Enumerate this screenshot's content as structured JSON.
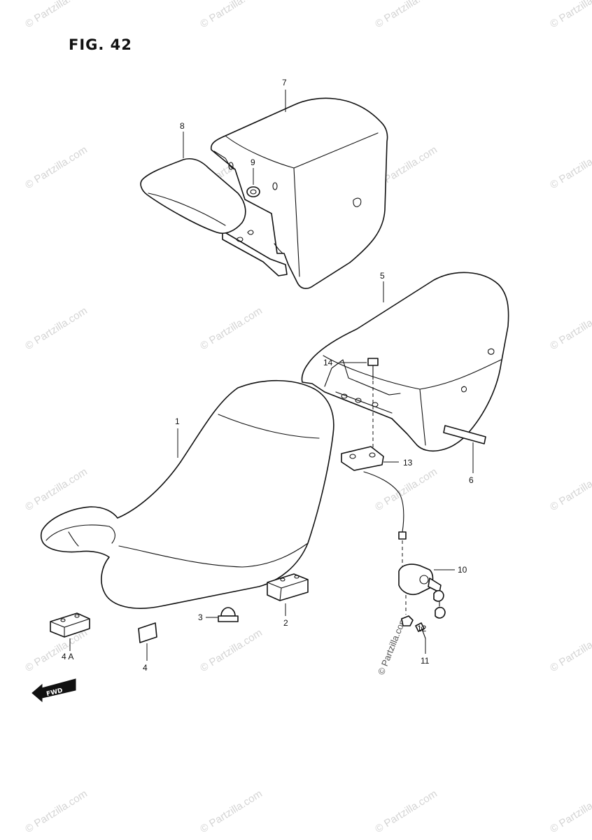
{
  "figure_title": "FIG. 42",
  "watermark_text": "© Partzilla.com",
  "fwd_label": "FWD",
  "callouts": [
    {
      "id": "c1",
      "label": "1"
    },
    {
      "id": "c2",
      "label": "2"
    },
    {
      "id": "c3",
      "label": "3"
    },
    {
      "id": "c4",
      "label": "4"
    },
    {
      "id": "c4a",
      "label": "4 A"
    },
    {
      "id": "c5",
      "label": "5"
    },
    {
      "id": "c6",
      "label": "6"
    },
    {
      "id": "c7",
      "label": "7"
    },
    {
      "id": "c8",
      "label": "8"
    },
    {
      "id": "c9",
      "label": "9"
    },
    {
      "id": "c10",
      "label": "10"
    },
    {
      "id": "c11",
      "label": "11"
    },
    {
      "id": "c12",
      "label": "12"
    },
    {
      "id": "c13",
      "label": "13"
    },
    {
      "id": "c14",
      "label": "14"
    }
  ],
  "colors": {
    "line": "#111111",
    "background": "#ffffff",
    "watermark": "#d4d4d4"
  }
}
